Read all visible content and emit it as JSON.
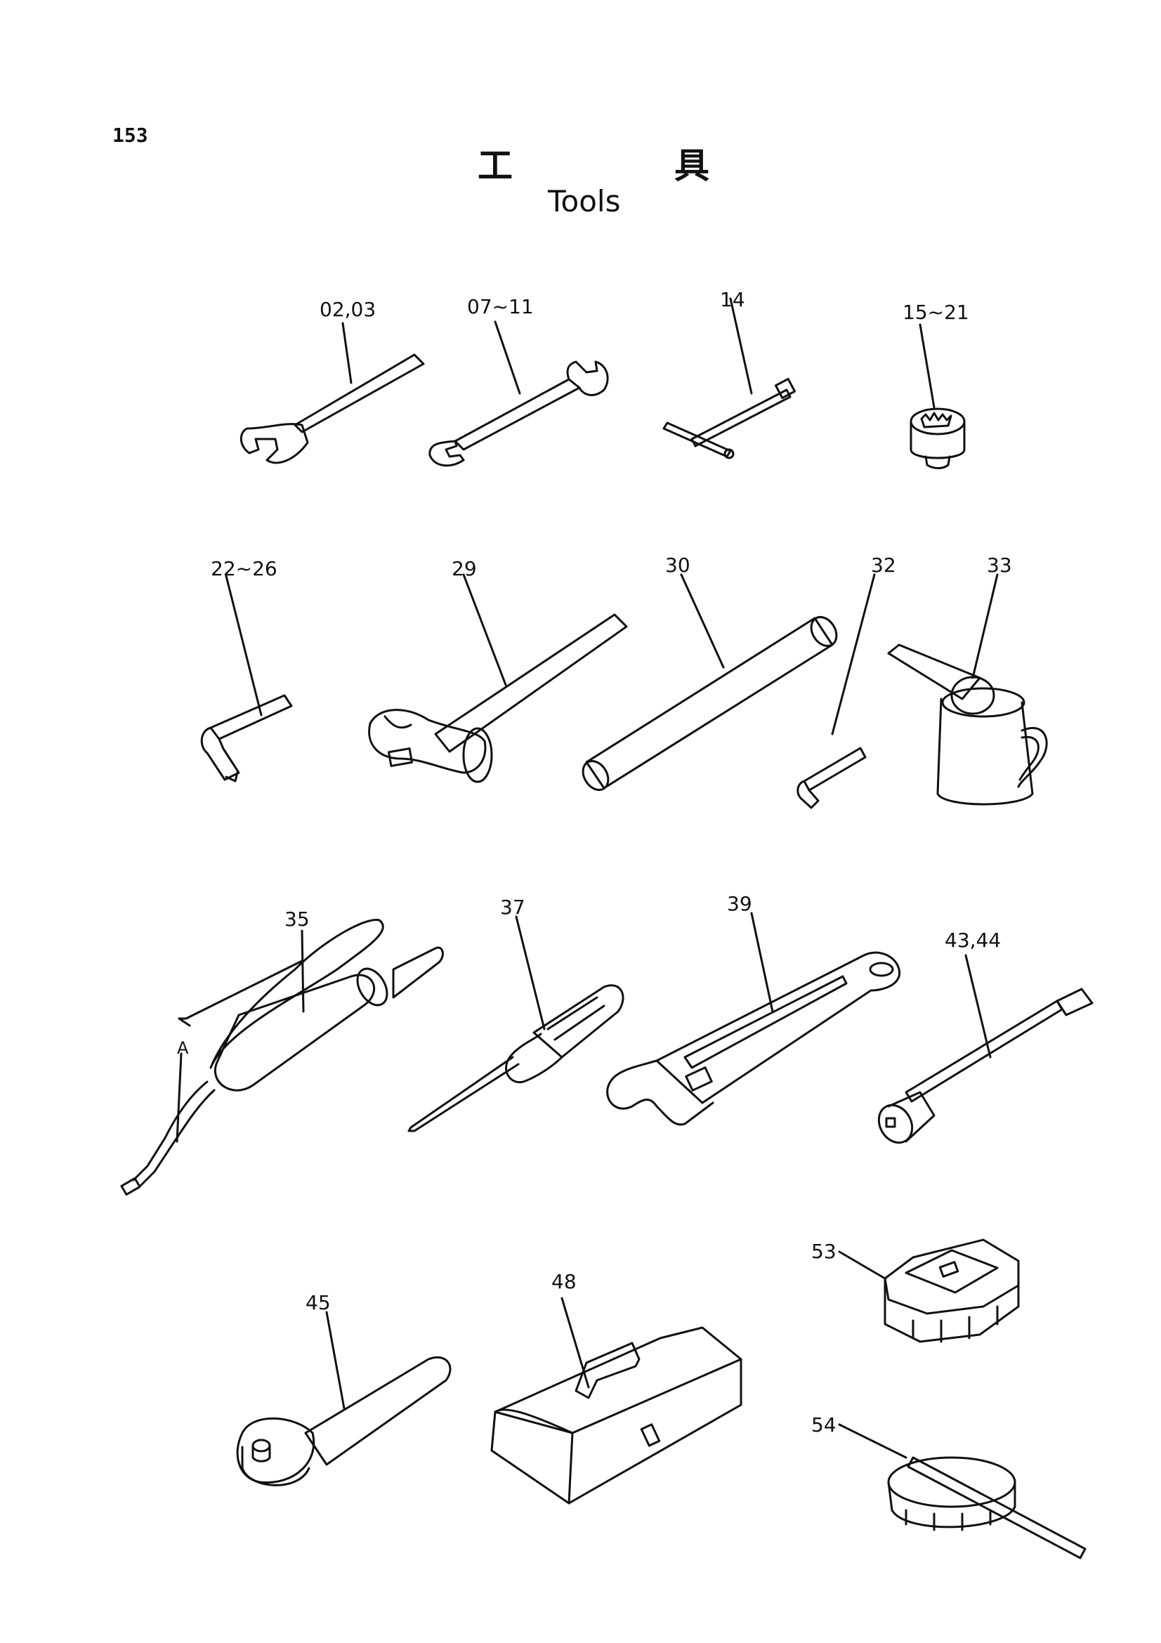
{
  "page_number": "153",
  "title_jp": [
    "工",
    "具"
  ],
  "title_en": "Tools",
  "parts": [
    {
      "id": "wrench-02-03",
      "label": "02,03"
    },
    {
      "id": "wrench-07-11",
      "label": "07~11"
    },
    {
      "id": "tbar-14",
      "label": "14"
    },
    {
      "id": "socket-15-21",
      "label": "15~21"
    },
    {
      "id": "hexkey-22-26",
      "label": "22~26"
    },
    {
      "id": "hammer-29",
      "label": "29"
    },
    {
      "id": "pipe-30",
      "label": "30"
    },
    {
      "id": "lwrench-32",
      "label": "32"
    },
    {
      "id": "oilcan-33",
      "label": "33"
    },
    {
      "id": "greasegun-35",
      "label": "35"
    },
    {
      "id": "screwdriver-37",
      "label": "37"
    },
    {
      "id": "adjwrench-39",
      "label": "39"
    },
    {
      "id": "extension-43-44",
      "label": "43,44"
    },
    {
      "id": "ratchet-45",
      "label": "45"
    },
    {
      "id": "toolbox-48",
      "label": "48"
    },
    {
      "id": "filterwrench-53",
      "label": "53"
    },
    {
      "id": "filterwrench-54",
      "label": "54"
    }
  ],
  "callout_a": "A"
}
